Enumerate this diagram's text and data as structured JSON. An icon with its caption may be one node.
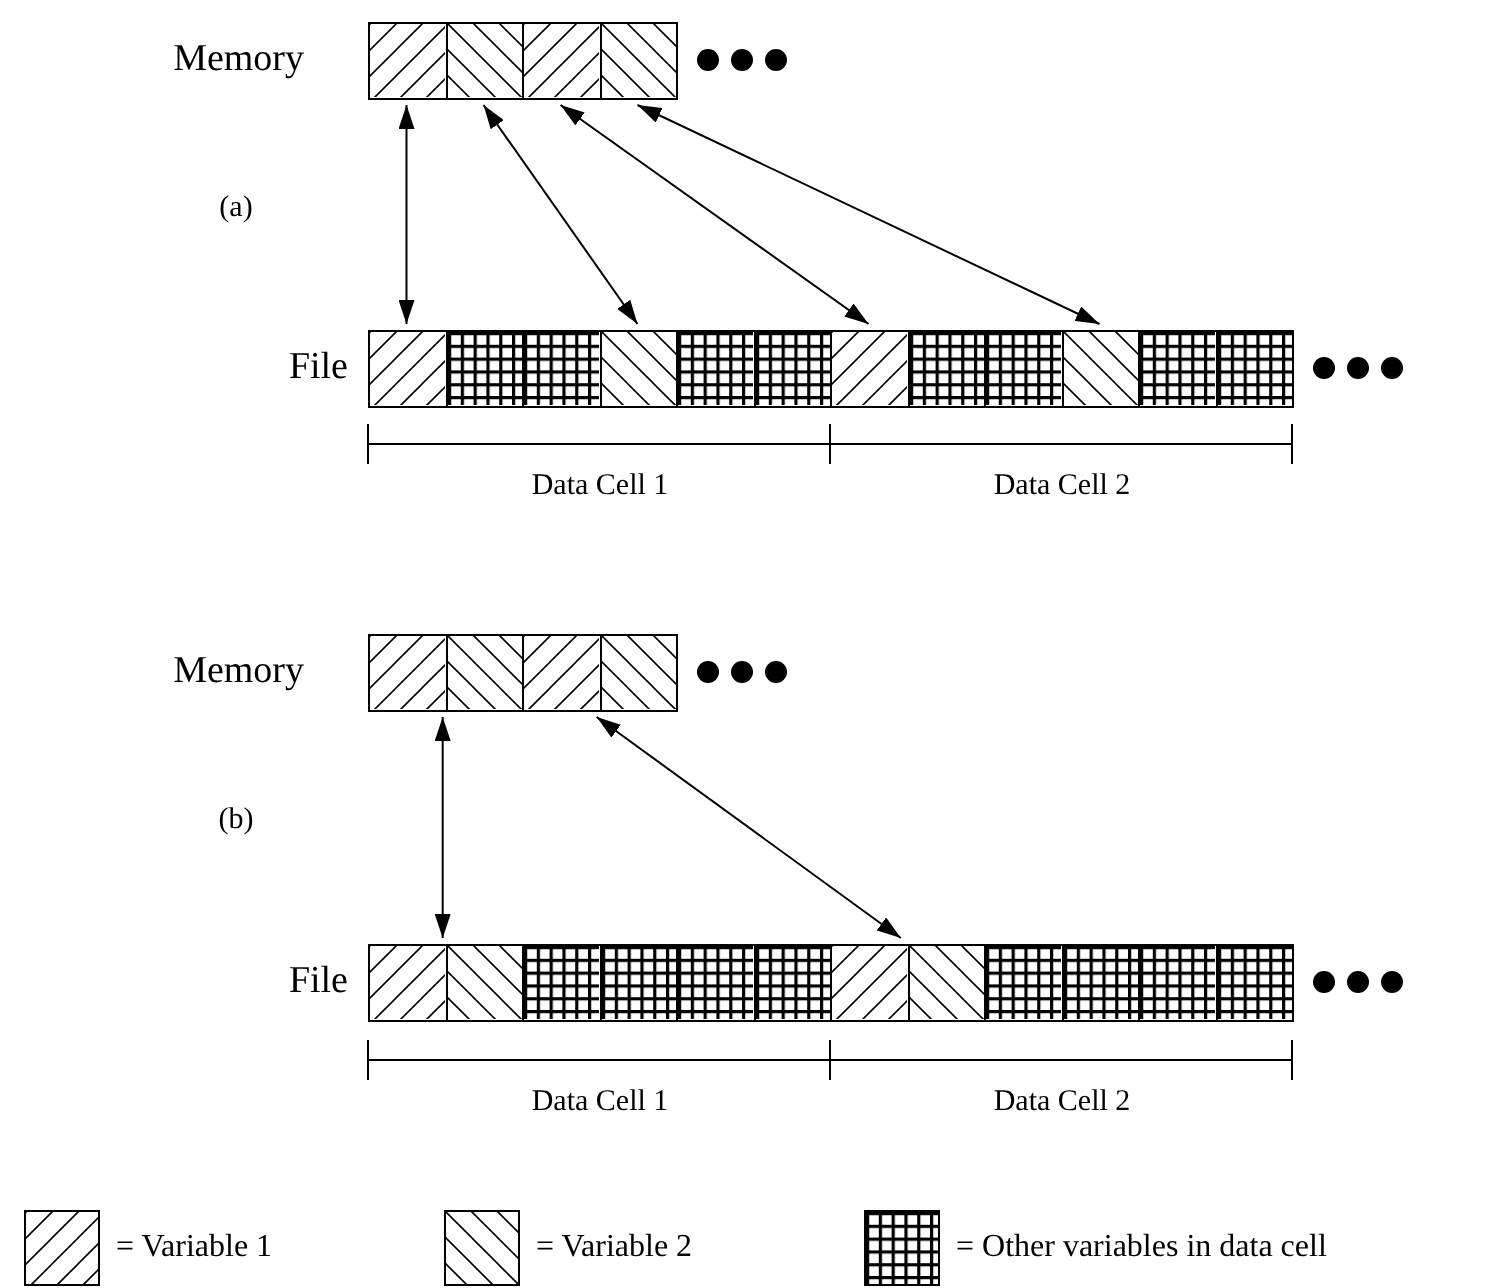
{
  "diagram": {
    "nodes": [
      {
        "text": [
          "Memory"
        ]
      },
      {
        "text": [],
        "shape": "box",
        "in": 0
      },
      {
        "text": [],
        "shape": "box",
        "in": 0
      },
      {
        "text": [],
        "shape": "box",
        "in": 0
      },
      {
        "text": [],
        "shape": "box",
        "in": 0
      },
      {
        "text": [
          "File"
        ]
      },
      {
        "text": [],
        "shape": "box",
        "in": 5
      },
      {
        "text": [],
        "shape": "box",
        "in": 5
      },
      {
        "text": [],
        "shape": "box",
        "in": 5
      },
      {
        "text": [],
        "shape": "box",
        "in": 5
      },
      {
        "text": [],
        "shape": "box",
        "in": 5
      },
      {
        "text": [],
        "shape": "box",
        "in": 5
      },
      {
        "text": [],
        "shape": "box",
        "in": 5
      },
      {
        "text": [],
        "shape": "box",
        "in": 5
      },
      {
        "text": [],
        "shape": "box",
        "in": 5
      },
      {
        "text": [],
        "shape": "box",
        "in": 5
      },
      {
        "text": [],
        "shape": "box",
        "in": 5
      },
      {
        "text": [],
        "shape": "box",
        "in": 5
      },
      {
        "text": [
          "Memory"
        ]
      },
      {
        "text": [],
        "shape": "box",
        "in": 18
      },
      {
        "text": [],
        "shape": "box",
        "in": 18
      },
      {
        "text": [],
        "shape": "box",
        "in": 18
      },
      {
        "text": [],
        "shape": "box",
        "in": 18
      },
      {
        "text": [
          "File"
        ]
      },
      {
        "text": [],
        "shape": "box",
        "in": 23
      },
      {
        "text": [],
        "shape": "box",
        "in": 23
      },
      {
        "text": [],
        "shape": "box",
        "in": 23
      },
      {
        "text": [],
        "shape": "box",
        "in": 23
      },
      {
        "text": [],
        "shape": "box",
        "in": 23
      },
      {
        "text": [],
        "shape": "box",
        "in": 23
      },
      {
        "text": [],
        "shape": "box",
        "in": 23
      },
      {
        "text": [],
        "shape": "box",
        "in": 23
      },
      {
        "text": [],
        "shape": "box",
        "in": 23
      },
      {
        "text": [],
        "shape": "box",
        "in": 23
      },
      {
        "text": [],
        "shape": "box",
        "in": 23
      },
      {
        "text": [],
        "shape": "box",
        "in": 23
      }
    ],
    "edges": [
      {
        "from": 1,
        "to": 6,
        "arrow": "both"
      },
      {
        "from": 2,
        "to": 9,
        "arrow": "both"
      },
      {
        "from": 3,
        "to": 12,
        "arrow": "both"
      },
      {
        "from": 4,
        "to": 15,
        "arrow": "both"
      },
      {
        "from": 19,
        "to": 24,
        "arrow": "both"
      },
      {
        "from": 21,
        "to": 30,
        "arrow": "both"
      }
    ],
    "labels": [
      "(a)",
      "Data Cell 1",
      "Data Cell 2",
      "(b)",
      "Data Cell 1",
      "Data Cell 2"
    ],
    "legend": [
      {
        "text": "= Variable 1"
      },
      {
        "text": "= Variable 2"
      },
      {
        "text": "= Other variables in data cell"
      }
    ]
  }
}
